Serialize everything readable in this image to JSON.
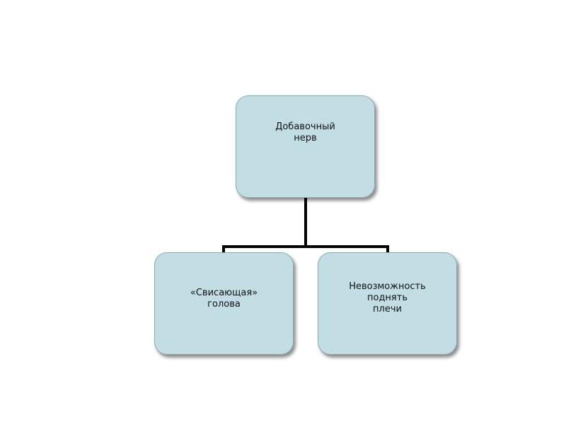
{
  "diagram": {
    "root": {
      "label": "Добавочный\nнерв"
    },
    "children": [
      {
        "label": "«Свисающая»\nголова"
      },
      {
        "label": "Невозможность\nподнять\nплечи"
      }
    ]
  },
  "colors": {
    "node_fill": "#c3dde4",
    "node_border": "#8aaab3",
    "connector": "#000000",
    "background": "#ffffff"
  }
}
